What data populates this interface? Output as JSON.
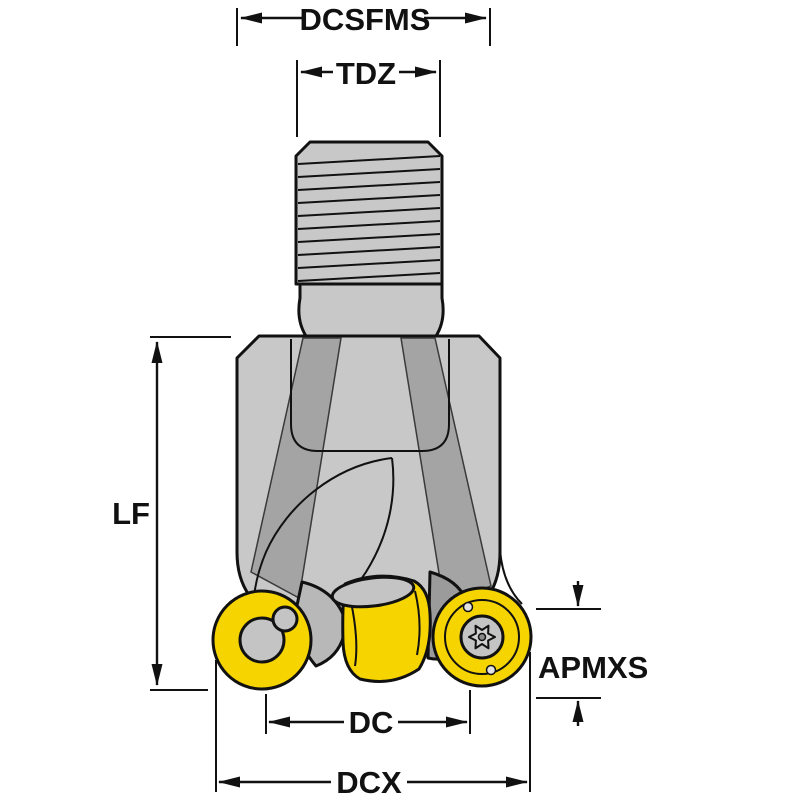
{
  "page": {
    "background_color": "#ffffff"
  },
  "drawing": {
    "subject": "Indexable round-insert milling cutter with threaded coupling - dimensioned side view",
    "colors": {
      "body_gray": "#c8c8c8",
      "flute_gray": "#a4a4a4",
      "seat_gray": "#9b9b9b",
      "clamp_gray": "#b8b8b8",
      "detail_gray": "#c4c4c4",
      "insert_yellow": "#f5d400",
      "outline": "#111111"
    },
    "dimensions": {
      "dcsfms": {
        "label": "DCSFMS"
      },
      "tdz": {
        "label": "TDZ"
      },
      "lf": {
        "label": "LF"
      },
      "dc": {
        "label": "DC"
      },
      "dcx": {
        "label": "DCX"
      },
      "apmxs": {
        "label": "APMXS"
      }
    }
  }
}
